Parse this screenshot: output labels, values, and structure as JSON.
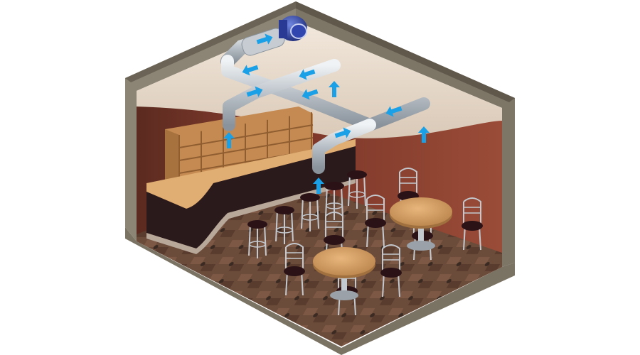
{
  "figure": {
    "subject": "cutaway-room-ventilation",
    "labels": []
  },
  "colors": {
    "background": "#ffffff",
    "wall_outer": "#8b8170",
    "wall_top": "#6e665a",
    "wall_inner": "#7a3a2c",
    "ceiling": "#e9dccd",
    "floor": "#6a4a3a",
    "duct": "#c9ced3",
    "fan": "#2e3f9c",
    "airflow": "#1aa0e6",
    "wood": "#d8a366",
    "counter_front": "#2a1a1c",
    "seat": "#2a1216",
    "chrome": "#c4c9cf"
  },
  "icons": {
    "fan": "centrifugal-fan-icon",
    "airflow": "airflow-arrow-icon"
  },
  "airflow_arrows": [
    {
      "id": "duct-in-fan",
      "dir": "right"
    },
    {
      "id": "duct-left-branch",
      "dir": "left"
    },
    {
      "id": "duct-upper-right",
      "dir": "left"
    },
    {
      "id": "duct-center-left",
      "dir": "right"
    },
    {
      "id": "duct-center-right",
      "dir": "left"
    },
    {
      "id": "duct-lower-right-a",
      "dir": "left"
    },
    {
      "id": "duct-lower-right-b",
      "dir": "right"
    },
    {
      "id": "inlet-upper-right",
      "dir": "up"
    },
    {
      "id": "inlet-left",
      "dir": "up"
    },
    {
      "id": "inlet-ceiling-right",
      "dir": "up"
    },
    {
      "id": "inlet-lower",
      "dir": "up"
    }
  ]
}
